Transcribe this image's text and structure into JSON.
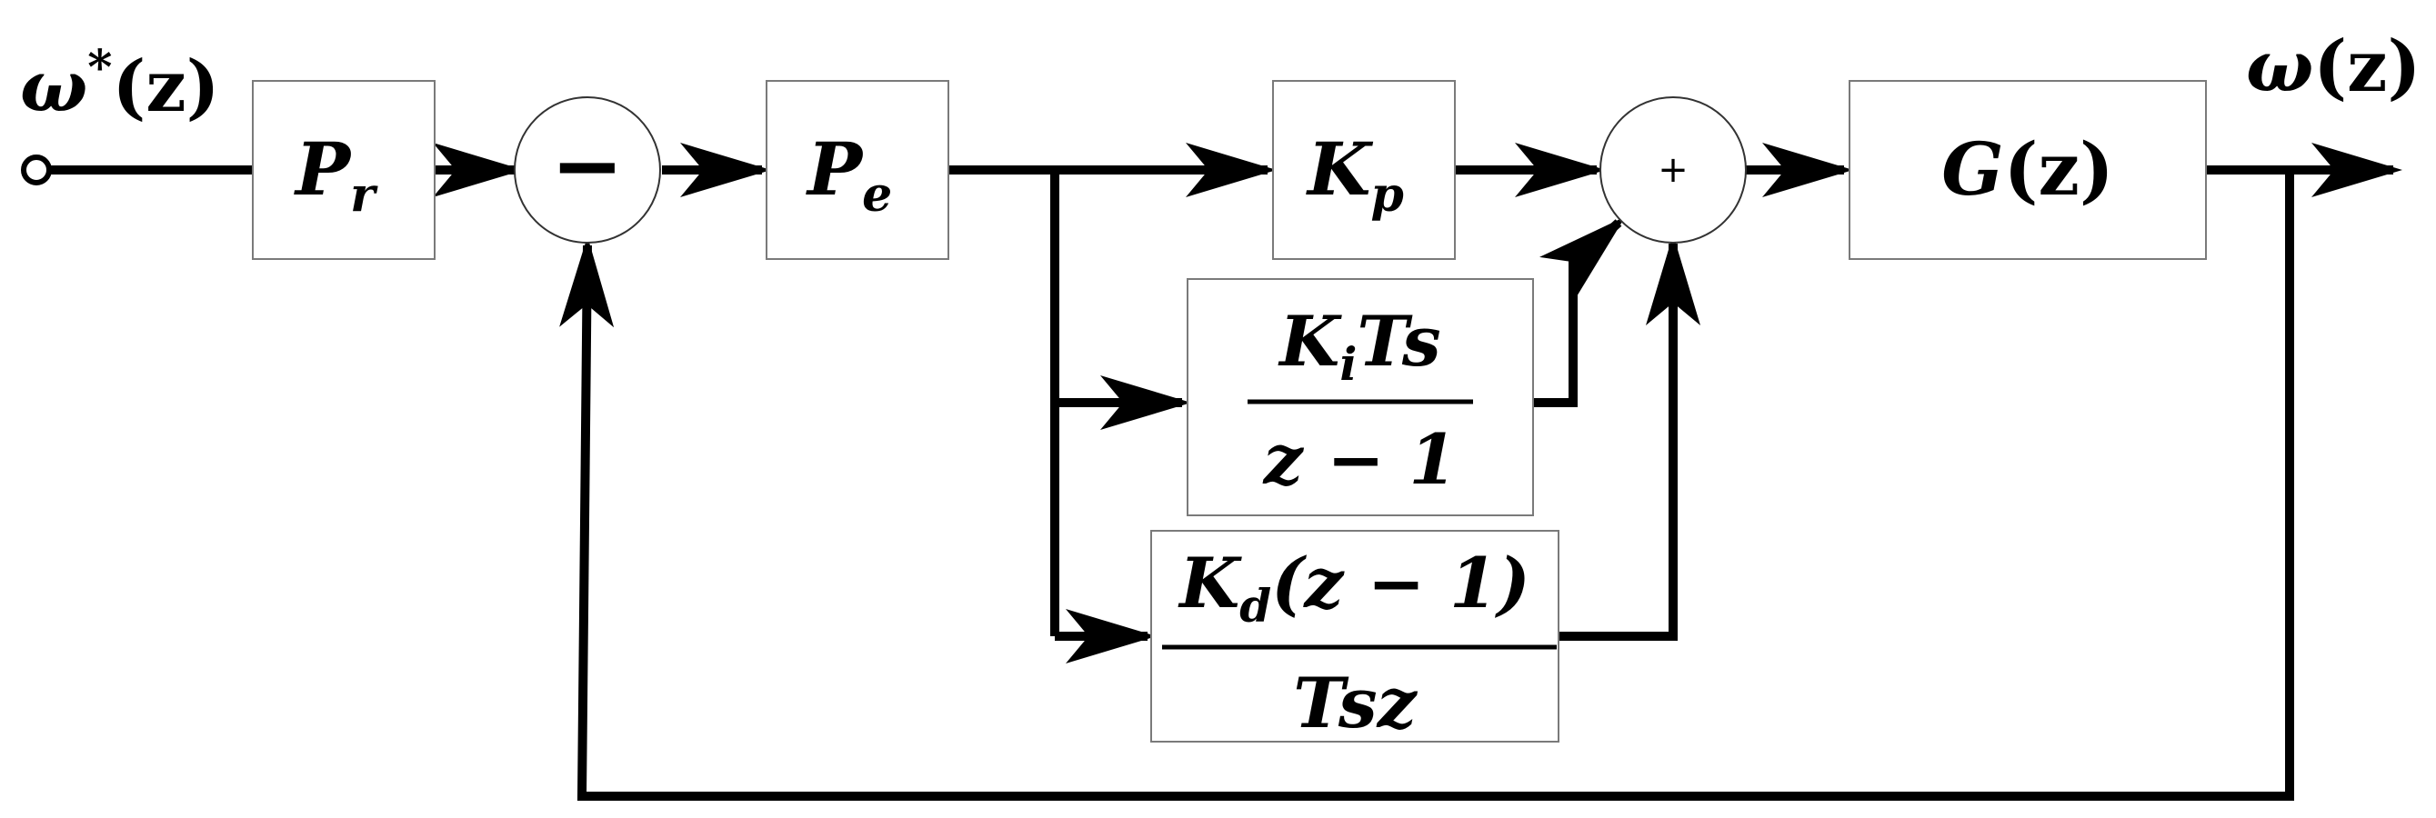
{
  "diagram": {
    "type": "block-diagram",
    "input": {
      "symbol": "ω",
      "superscript": "*",
      "argument": "(z)"
    },
    "output": {
      "symbol": "ω",
      "argument": "(z)"
    },
    "blocks": {
      "pr": {
        "main": "P",
        "sub": "r"
      },
      "pe": {
        "main": "P",
        "sub": "e"
      },
      "kp": {
        "main": "K",
        "sub": "p"
      },
      "ki": {
        "num_main": "K",
        "num_sub": "i",
        "num_rest": "Ts",
        "den": "z − 1"
      },
      "kd": {
        "num_main": "K",
        "num_sub": "d",
        "num_rest": "(z − 1)",
        "den": "Tsz"
      },
      "g": {
        "main": "G",
        "argument": "(z)"
      }
    },
    "junctions": {
      "error": {
        "sign": "−"
      },
      "sum": {
        "sign": "+"
      }
    }
  }
}
